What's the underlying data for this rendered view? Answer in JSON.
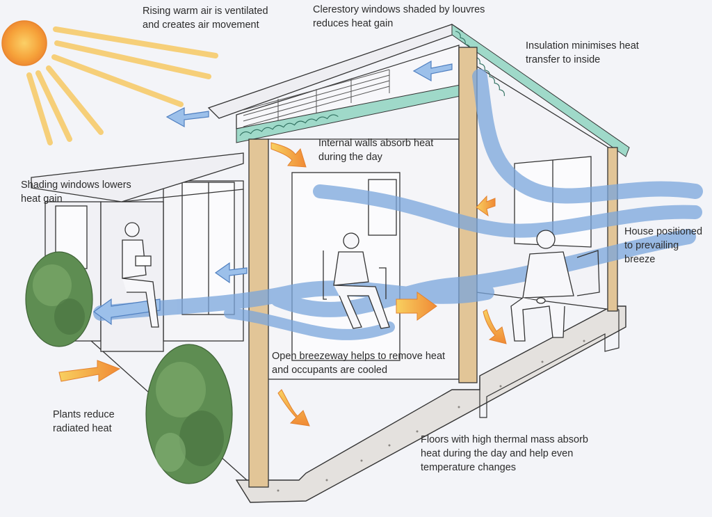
{
  "labels": {
    "rising_air": [
      "Rising warm air is ventilated",
      "and creates air movement"
    ],
    "clerestory": [
      "Clerestory windows shaded by louvres",
      "reduces heat gain"
    ],
    "insulation": [
      "Insulation minimises heat",
      "transfer to inside"
    ],
    "internal_walls": [
      "Internal walls absorb heat",
      "during the day"
    ],
    "shading": [
      "Shading windows lowers",
      "heat gain"
    ],
    "house_positioned": [
      "House positioned",
      "to prevailing",
      "breeze"
    ],
    "breezeway": [
      "Open breezeway helps to remove heat",
      "and occupants are cooled"
    ],
    "plants": [
      "Plants reduce",
      "radiated heat"
    ],
    "floors": [
      "Floors with high thermal mass absorb",
      "heat during the day and help even",
      "temperature changes"
    ]
  },
  "colors": {
    "sun": "#f6a23a",
    "sun_rays": "#f7c65a",
    "heat_arrow": "#f39a3c",
    "breeze": "#7aa6dc",
    "insulation": "#9fd9c9",
    "timber_post": "#d9b98a",
    "foliage": "#5e8d52",
    "line": "#333333"
  }
}
